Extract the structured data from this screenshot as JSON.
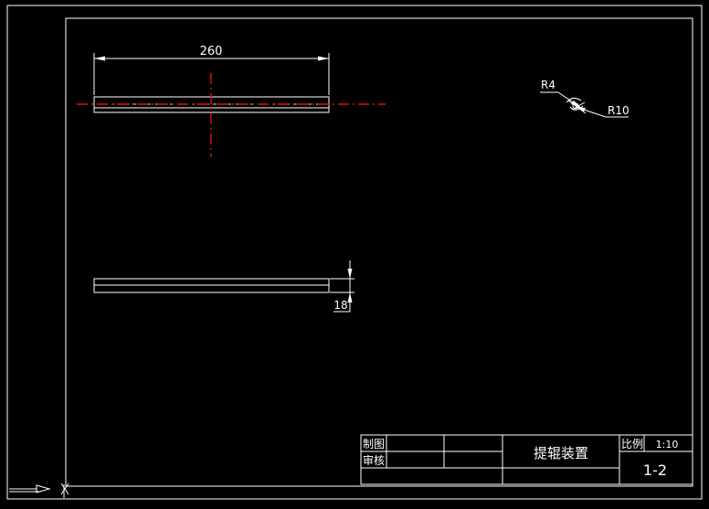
{
  "drawing": {
    "dim_length": "260",
    "dim_thickness": "18",
    "radius_small": "R4",
    "radius_large": "R10"
  },
  "title_block": {
    "drawn_label": "制图",
    "checked_label": "审核",
    "part_name": "提辊装置",
    "scale_label": "比例",
    "scale_value": "1:10",
    "drawing_number": "1-2"
  },
  "colors": {
    "background": "#000000",
    "lines": "#ffffff",
    "centerline": "#e01010"
  },
  "icons": {
    "ucs": "ucs-axis-icon"
  }
}
